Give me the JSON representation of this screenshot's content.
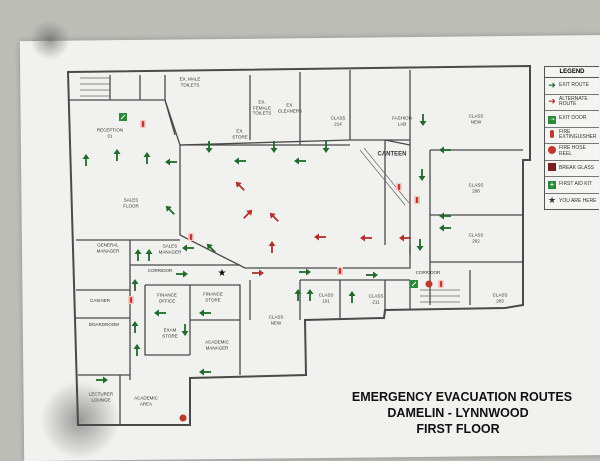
{
  "plan": {
    "rooms": {
      "male_toilets": "EX. MALE\nTOILETS",
      "female_toilets": "EX.\nFEMALE\nTOILETS",
      "cleaners": "EX.\nCLEANERS",
      "store": "EX.\nSTORE",
      "reception": "RECEPTION\n01",
      "sales_floor": "SALES\nFLOOR",
      "general_manager": "GENERAL\nMANAGER",
      "sales_manager": "SALES\nMANAGER",
      "corridor_west": "CORRIDOR",
      "cashier": "CASHIER",
      "boardroom": "BOARDROOM",
      "finance_office": "FINANCE\nOFFICE",
      "finance_store": "FINANCE\nSTORE",
      "exam_store": "EXAM\nSTORE",
      "academic_manager": "ACADEMIC\nMANAGER",
      "lecturer_lounge": "LECTURER\nLOUNGE",
      "academic_area": "ACADEMIC\nAREA",
      "class_new_south": "CLASS\nNEW",
      "class_101": "CLASS\n101",
      "class_211": "CLASS\n211",
      "corridor_east": "CORRIDOR",
      "class_203": "CLASS\n203",
      "class_214": "CLASS\n214",
      "fashion_lab": "FASHION\nLAB",
      "class_new_north": "CLASS\nNEW",
      "canteen": "CANTEEN",
      "class_208": "CLASS\n208",
      "class_202": "CLASS\n202"
    }
  },
  "title": {
    "line1": "EMERGENCY EVACUATION ROUTES",
    "line2": "DAMELIN - LYNNWOOD",
    "line3": "FIRST FLOOR"
  },
  "legend": {
    "heading": "LEGEND",
    "items": [
      {
        "icon": "exit-route-arrow",
        "label": "EXIT ROUTE"
      },
      {
        "icon": "alternate-route-arrow",
        "label": "ALTERNATE ROUTE"
      },
      {
        "icon": "exit-door",
        "label": "EXIT DOOR"
      },
      {
        "icon": "fire-extinguisher",
        "label": "FIRE EXTINGUISHER"
      },
      {
        "icon": "fire-hose-reel",
        "label": "FIRE HOSE REEL"
      },
      {
        "icon": "break-glass",
        "label": "BREAK GLASS"
      },
      {
        "icon": "first-aid-kit",
        "label": "FIRST AID KIT"
      },
      {
        "icon": "you-are-here-star",
        "label": "YOU ARE HERE"
      }
    ]
  },
  "colors": {
    "exit": "#1f6b2c",
    "alternate": "#b0302a",
    "wall": "#4a4a4a"
  }
}
